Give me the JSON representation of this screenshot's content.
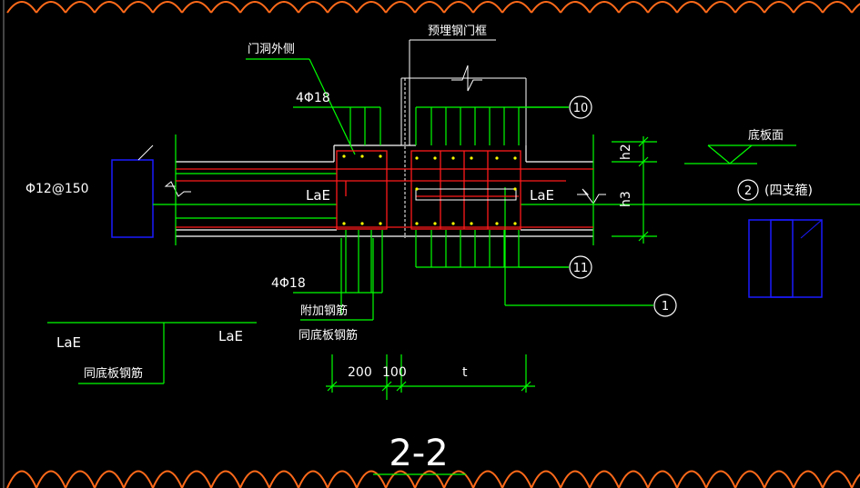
{
  "drawing": {
    "title": "2-2",
    "labels": {
      "door_frame": "预埋钢门框",
      "door_outer": "门洞外侧",
      "rebar_top": "4Φ18",
      "rebar_bottom": "4Φ18",
      "stirrup": "Φ12@150",
      "anchor_left": "LaE",
      "anchor_right": "LaE",
      "legend_left": "LaE",
      "legend_right": "LaE",
      "same_slab_rebar": "同底板钢筋",
      "extra_rebar": "附加钢筋",
      "extra_same": "同底板钢筋",
      "slab_face": "底板面",
      "support_bar": "(四支箍)",
      "h2": "h2",
      "h3": "h3"
    },
    "dimensions": [
      "200",
      "100",
      "t"
    ],
    "callouts": [
      "10",
      "11",
      "1",
      "2"
    ]
  },
  "colors": {
    "background": "#000000",
    "white": "#ffffff",
    "green": "#00ff00",
    "red": "#ff1a1a",
    "blue": "#1a1aff",
    "yellow": "#ffff00",
    "orange": "#ff6a1a"
  }
}
